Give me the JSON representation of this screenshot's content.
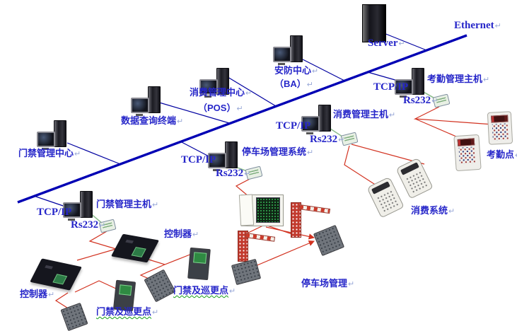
{
  "labels": {
    "ethernet": "Ethernet",
    "server": "Server",
    "security_center": "安防中心",
    "security_center_sub": "（BA）",
    "attendance_host": "考勤管理主机",
    "consumption_center": "消费管理中心",
    "consumption_center_sub": "（POS）",
    "data_query_terminal": "数据查询终端",
    "consumption_host": "消费管理主机",
    "parking_system": "停车场管理系统",
    "access_center": "门禁管理中心",
    "access_host": "门禁管理主机",
    "controller": "控制器",
    "access_patrol_point": "门禁及巡更点",
    "parking_mgmt": "停车场管理",
    "consumption_system": "消费系统",
    "attendance_point": "考勤点",
    "tcpip": "TCP/IP",
    "rs232": "Rs232",
    "return_mark": "↵"
  },
  "colors": {
    "label_blue": "#2626c9",
    "ethernet_line": "#0000b4",
    "thin_net_line": "#0000a0",
    "serial_red_line": "#d23220",
    "rs232_cable_green": "#8fbf8f",
    "spellcheck_wavy_green": "#18a018",
    "background": "#ffffff"
  }
}
